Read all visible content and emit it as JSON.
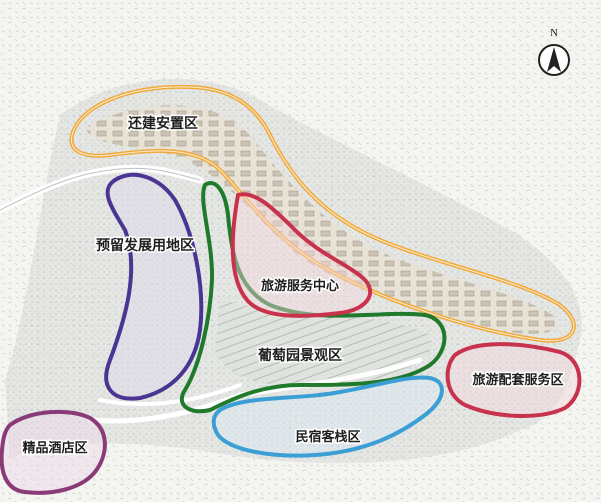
{
  "compass": {
    "letter": "N"
  },
  "zones": [
    {
      "id": "relocation",
      "label": "还建安置区",
      "color": "#f0a93a"
    },
    {
      "id": "reserved",
      "label": "预留发展用地区",
      "color": "#4a3592"
    },
    {
      "id": "tourism-center",
      "label": "旅游服务中心",
      "color": "#c9324d"
    },
    {
      "id": "vineyard",
      "label": "葡萄园景观区",
      "color": "#1f7a2b"
    },
    {
      "id": "tourism-support",
      "label": "旅游配套服务区",
      "color": "#c9324d"
    },
    {
      "id": "homestay",
      "label": "民宿客栈区",
      "color": "#3b9ed4"
    },
    {
      "id": "boutique-hotel",
      "label": "精品酒店区",
      "color": "#8a3a78"
    }
  ]
}
